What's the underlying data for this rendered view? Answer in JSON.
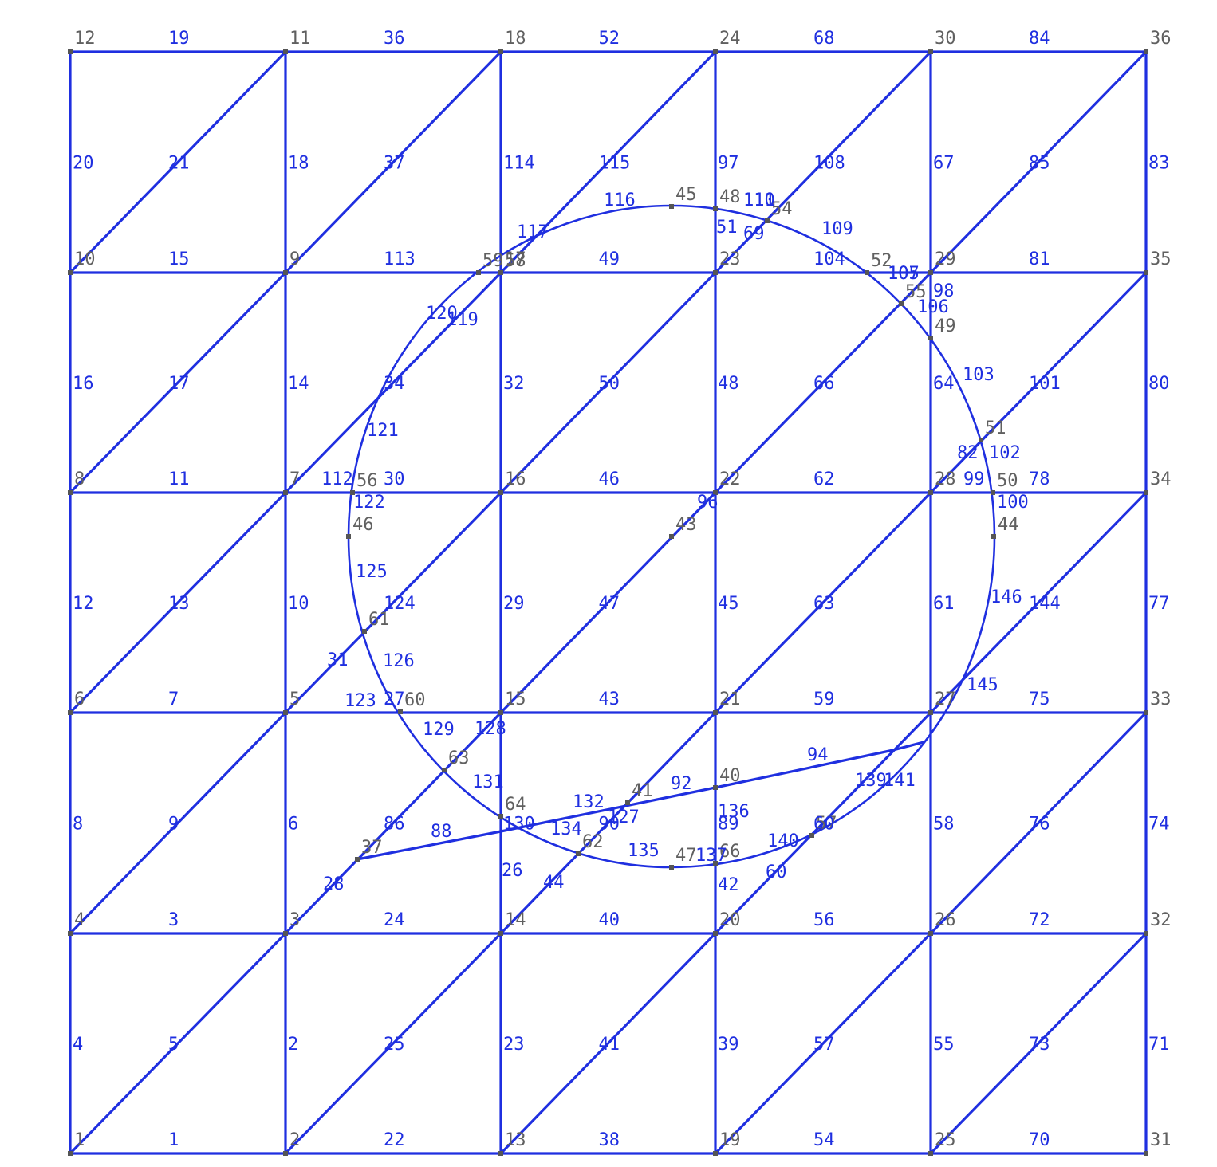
{
  "colors": {
    "edge": "#1f2fe0",
    "node_label": "#606060",
    "background": "#ffffff"
  },
  "grid": {
    "cols": 5,
    "rows": 5
  },
  "node_labels": {
    "grid": [
      [
        "12",
        "11",
        "18",
        "24",
        "30",
        "36"
      ],
      [
        "10",
        "9",
        "17",
        "23",
        "29",
        "35"
      ],
      [
        "8",
        "7",
        "16",
        "22",
        "28",
        "34"
      ],
      [
        "6",
        "5",
        "15",
        "21",
        "27",
        "33"
      ],
      [
        "4",
        "3",
        "14",
        "20",
        "26",
        "32"
      ],
      [
        "1",
        "2",
        "13",
        "19",
        "25",
        "31"
      ]
    ],
    "extra": [
      "45",
      "48",
      "54",
      "52",
      "58",
      "59",
      "55",
      "49",
      "51",
      "50",
      "44",
      "56",
      "43",
      "46",
      "61",
      "60",
      "63",
      "37",
      "64",
      "62",
      "47",
      "66",
      "40",
      "41",
      "57"
    ]
  },
  "edge_labels": {
    "horizontal": [
      [
        "19",
        "36",
        "52",
        "68",
        "84"
      ],
      [
        "15",
        "113",
        "49",
        "104",
        "81"
      ],
      [
        "11",
        "30",
        "46",
        "62",
        "78"
      ],
      [
        "7",
        "27",
        "43",
        "59",
        "75"
      ],
      [
        "3",
        "24",
        "40",
        "56",
        "72"
      ],
      [
        "1",
        "22",
        "38",
        "54",
        "70"
      ]
    ],
    "vertical": [
      [
        "20",
        "18",
        "114",
        "97",
        "67",
        "83"
      ],
      [
        "16",
        "14",
        "32",
        "48",
        "64",
        "80"
      ],
      [
        "12",
        "10",
        "29",
        "45",
        "61",
        "77"
      ],
      [
        "8",
        "6",
        "130",
        "89",
        "58",
        "74"
      ],
      [
        "4",
        "2",
        "23",
        "39",
        "55",
        "71"
      ]
    ],
    "diagonal": [
      [
        "21",
        "37",
        "115",
        "108",
        "85"
      ],
      [
        "17",
        "34",
        "50",
        "66",
        "101"
      ],
      [
        "13",
        "124",
        "47",
        "63",
        "144"
      ],
      [
        "9",
        "86",
        "90",
        "60",
        "76"
      ],
      [
        "5",
        "25",
        "41",
        "57",
        "73"
      ]
    ],
    "extra": [
      "116",
      "117",
      "111",
      "110",
      "109",
      "69",
      "51",
      "105",
      "107",
      "98",
      "106",
      "103",
      "102",
      "82",
      "99",
      "100",
      "120",
      "119",
      "121",
      "112",
      "122",
      "125",
      "126",
      "31",
      "123",
      "129",
      "128",
      "131",
      "132",
      "88",
      "92",
      "94",
      "127",
      "134",
      "135",
      "136",
      "137",
      "139",
      "141",
      "140",
      "146",
      "145",
      "28",
      "26",
      "44",
      "42",
      "60",
      "96"
    ]
  }
}
